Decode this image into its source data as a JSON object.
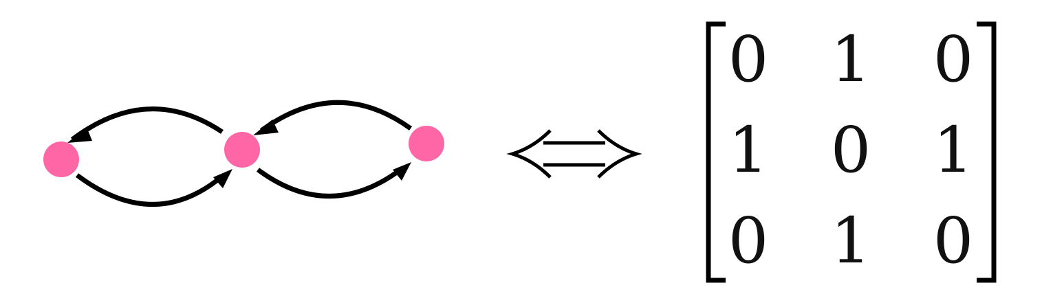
{
  "graph": {
    "node_color": "#ff66a6",
    "edge_color": "#000000",
    "nodes": [
      "node-1",
      "node-2",
      "node-3"
    ],
    "edges": [
      {
        "from": "node-1",
        "to": "node-2"
      },
      {
        "from": "node-2",
        "to": "node-1"
      },
      {
        "from": "node-2",
        "to": "node-3"
      },
      {
        "from": "node-3",
        "to": "node-2"
      }
    ]
  },
  "equivalence_symbol": "⟺",
  "matrix": {
    "rows": [
      [
        "0",
        "1",
        "0"
      ],
      [
        "1",
        "0",
        "1"
      ],
      [
        "0",
        "1",
        "0"
      ]
    ]
  }
}
